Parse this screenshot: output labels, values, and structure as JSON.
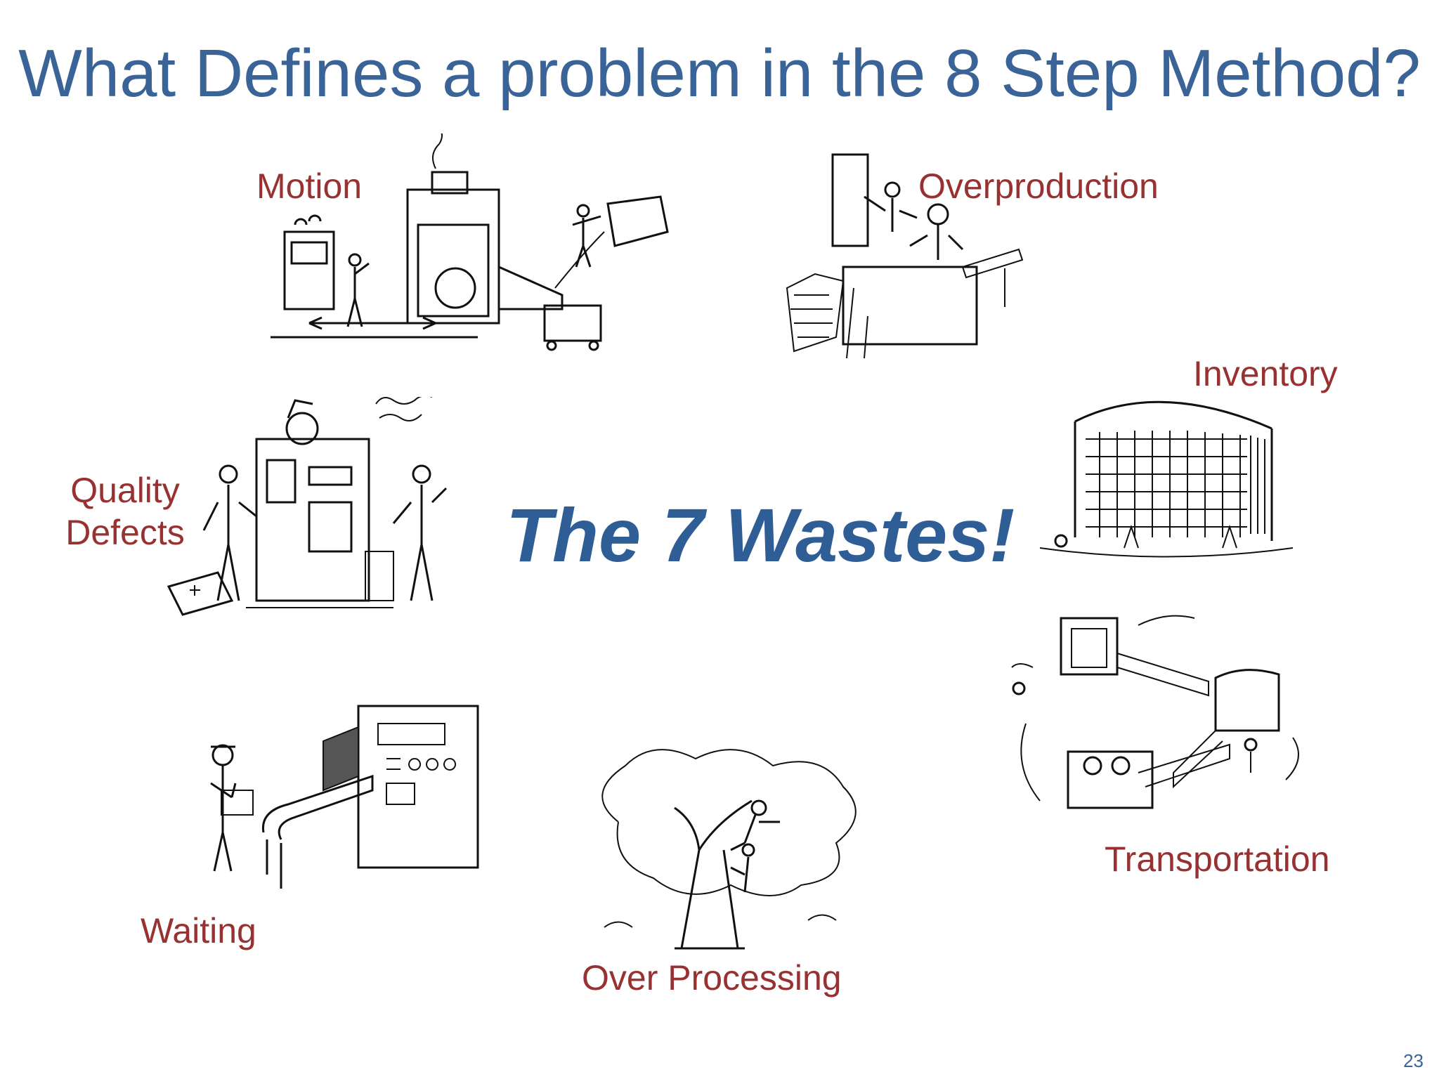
{
  "slide": {
    "title": "What Defines a problem in the 8 Step Method?",
    "center_text": "The 7 Wastes!",
    "page_number": "23",
    "colors": {
      "title": "#3a6398",
      "center_text": "#2f5d95",
      "labels": "#983232"
    }
  },
  "wastes": {
    "motion": {
      "label": "Motion",
      "icon": "factory-motion-illustration"
    },
    "overproduction": {
      "label": "Overproduction",
      "icon": "overproduction-illustration"
    },
    "inventory": {
      "label": "Inventory",
      "icon": "warehouse-illustration"
    },
    "quality_defects": {
      "label_line1": "Quality",
      "label_line2": "Defects",
      "icon": "broken-machine-illustration"
    },
    "waiting": {
      "label": "Waiting",
      "icon": "conveyor-waiting-illustration"
    },
    "over_processing": {
      "label": "Over Processing",
      "icon": "tree-illustration"
    },
    "transportation": {
      "label": "Transportation",
      "icon": "transport-loop-illustration"
    }
  }
}
